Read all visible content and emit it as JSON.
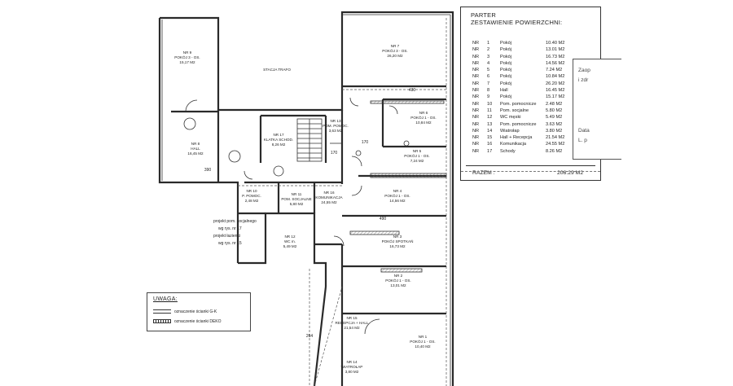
{
  "summary": {
    "title": "PARTER",
    "subtitle": "ZESTAWIENIE POWIERZCHNI:",
    "rows": [
      {
        "nr": "NR",
        "num": "1",
        "name": "Pokój",
        "area": "10.40 M2"
      },
      {
        "nr": "NR",
        "num": "2",
        "name": "Pokój",
        "area": "13.01 M2"
      },
      {
        "nr": "NR",
        "num": "3",
        "name": "Pokój",
        "area": "16.73 M2"
      },
      {
        "nr": "NR",
        "num": "4",
        "name": "Pokój",
        "area": "14.56 M2"
      },
      {
        "nr": "NR",
        "num": "5",
        "name": "Pokój",
        "area": "7.24 M2"
      },
      {
        "nr": "NR",
        "num": "6",
        "name": "Pokój",
        "area": "10.84 M2"
      },
      {
        "nr": "NR",
        "num": "7",
        "name": "Pokój",
        "area": "26.20 M2"
      },
      {
        "nr": "NR",
        "num": "8",
        "name": "Hall",
        "area": "16.45 M2"
      },
      {
        "nr": "NR",
        "num": "9",
        "name": "Pokój",
        "area": "15.17 M2"
      },
      {
        "nr": "NR",
        "num": "10",
        "name": "Pom. pomocnicze",
        "area": "2.48 M2"
      },
      {
        "nr": "NR",
        "num": "11",
        "name": "Pom. socjalne",
        "area": "5.80 M2"
      },
      {
        "nr": "NR",
        "num": "12",
        "name": "WC męski",
        "area": "5.49 M2"
      },
      {
        "nr": "NR",
        "num": "13",
        "name": "Pom. pomocnicze",
        "area": "3.63 M2"
      },
      {
        "nr": "NR",
        "num": "14",
        "name": "Wiatrołap",
        "area": "3.80 M2"
      },
      {
        "nr": "NR",
        "num": "15",
        "name": "Hall + Recepcja",
        "area": "21.54 M2"
      },
      {
        "nr": "NR",
        "num": "16",
        "name": "Komunikacja",
        "area": "24.55 M2"
      },
      {
        "nr": "NR",
        "num": "17",
        "name": "Schody",
        "area": "8.26 M2"
      }
    ],
    "total_label": "RAZEM   :",
    "total_value": "206.29 M2"
  },
  "side_panel": {
    "lines": [
      "Zaop",
      "i zdr",
      "Data",
      "L. p"
    ]
  },
  "legend": {
    "title": "UWAGA:",
    "items": [
      "oznaczenie ścianki G-K",
      "oznaczenie ścianki DEKO"
    ]
  },
  "plan": {
    "rooms": [
      {
        "id": "r9",
        "label": "NR 9",
        "sub": "POKÓJ 3 - OS.",
        "area": "15,17 M2"
      },
      {
        "id": "r7",
        "label": "NR 7",
        "sub": "POKÓJ 3 - OS.",
        "area": "26,20 M2"
      },
      {
        "id": "r6",
        "label": "NR 6",
        "sub": "POKÓJ 1 - OS.",
        "area": "10,84 M2"
      },
      {
        "id": "r5",
        "label": "NR 5",
        "sub": "POKÓJ 1 - OS.",
        "area": "7,24 M2"
      },
      {
        "id": "r8",
        "label": "NR 8",
        "sub": "HALL",
        "area": "16,45 M2"
      },
      {
        "id": "r17",
        "label": "NR 17",
        "sub": "KLATKA SCHOD.",
        "area": "8,26 M2"
      },
      {
        "id": "r13",
        "label": "NR 13",
        "sub": "POM. POMOC.",
        "area": "3,63 M2"
      },
      {
        "id": "r10",
        "label": "NR 10",
        "sub": "P. POMOC.",
        "area": "2,48 M2"
      },
      {
        "id": "r11",
        "label": "NR 11",
        "sub": "POM. SOCJALNE",
        "area": "5,80 M2"
      },
      {
        "id": "r16",
        "label": "NR 16",
        "sub": "KOMUNIKACJA",
        "area": "24,55 M2"
      },
      {
        "id": "r4",
        "label": "NR 4",
        "sub": "POKÓJ 1 - OS.",
        "area": "14,56 M2"
      },
      {
        "id": "r12",
        "label": "NR 12",
        "sub": "WC m.",
        "area": "5,49 M2"
      },
      {
        "id": "r3",
        "label": "NR 3",
        "sub": "POKÓJ SPOTKAŃ",
        "area": "16,73 M2"
      },
      {
        "id": "r2",
        "label": "NR 2",
        "sub": "POKÓJ 1 - OS.",
        "area": "13,01 M2"
      },
      {
        "id": "r15",
        "label": "NR 15",
        "sub": "RECEPCJA + HALL",
        "area": "21,54 M2"
      },
      {
        "id": "r1",
        "label": "NR 1",
        "sub": "POKÓJ 1 - OS.",
        "area": "10,40 M2"
      },
      {
        "id": "r14",
        "label": "NR 14",
        "sub": "WIATROŁAP",
        "area": "3,80 M2"
      }
    ],
    "stacja": "STACJA TRAFO",
    "dims": [
      "430",
      "170",
      "170",
      "390",
      "490",
      "264"
    ],
    "notes": [
      "projekt pom. socjalnego",
      "wg rys. nr 17",
      "projekt łazienki",
      "wg rys. nr 15"
    ]
  }
}
